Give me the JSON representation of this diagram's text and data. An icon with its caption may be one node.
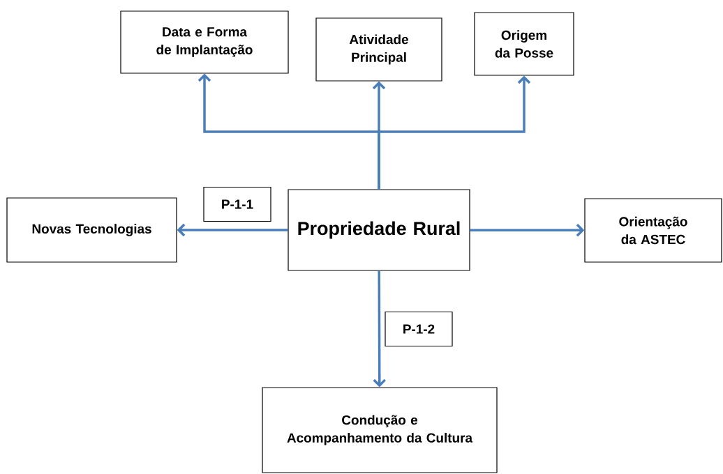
{
  "diagram": {
    "nodes": [
      {
        "text": [
          "Data e Forma de Implantação"
        ]
      },
      {
        "text": [
          "Atividade Principal"
        ]
      },
      {
        "text": [
          "Origem da Posse"
        ]
      },
      {
        "text": [
          "Novas Tecnologias"
        ]
      },
      {
        "text": [
          "Propriedade Rural"
        ]
      },
      {
        "text": [
          "Orientação da ASTEC"
        ]
      },
      {
        "text": [
          "Condução e Acompanhamento da Cultura"
        ]
      }
    ],
    "edges": [
      {
        "from": 4,
        "to": 0,
        "arrow": "to"
      },
      {
        "from": 4,
        "to": 1,
        "arrow": "to"
      },
      {
        "from": 4,
        "to": 2,
        "arrow": "to"
      },
      {
        "from": 4,
        "to": 3,
        "arrow": "to",
        "label": "P-1-1"
      },
      {
        "from": 4,
        "to": 5,
        "arrow": "to"
      },
      {
        "from": 4,
        "to": 6,
        "arrow": "to",
        "label": "P-1-2"
      }
    ]
  }
}
